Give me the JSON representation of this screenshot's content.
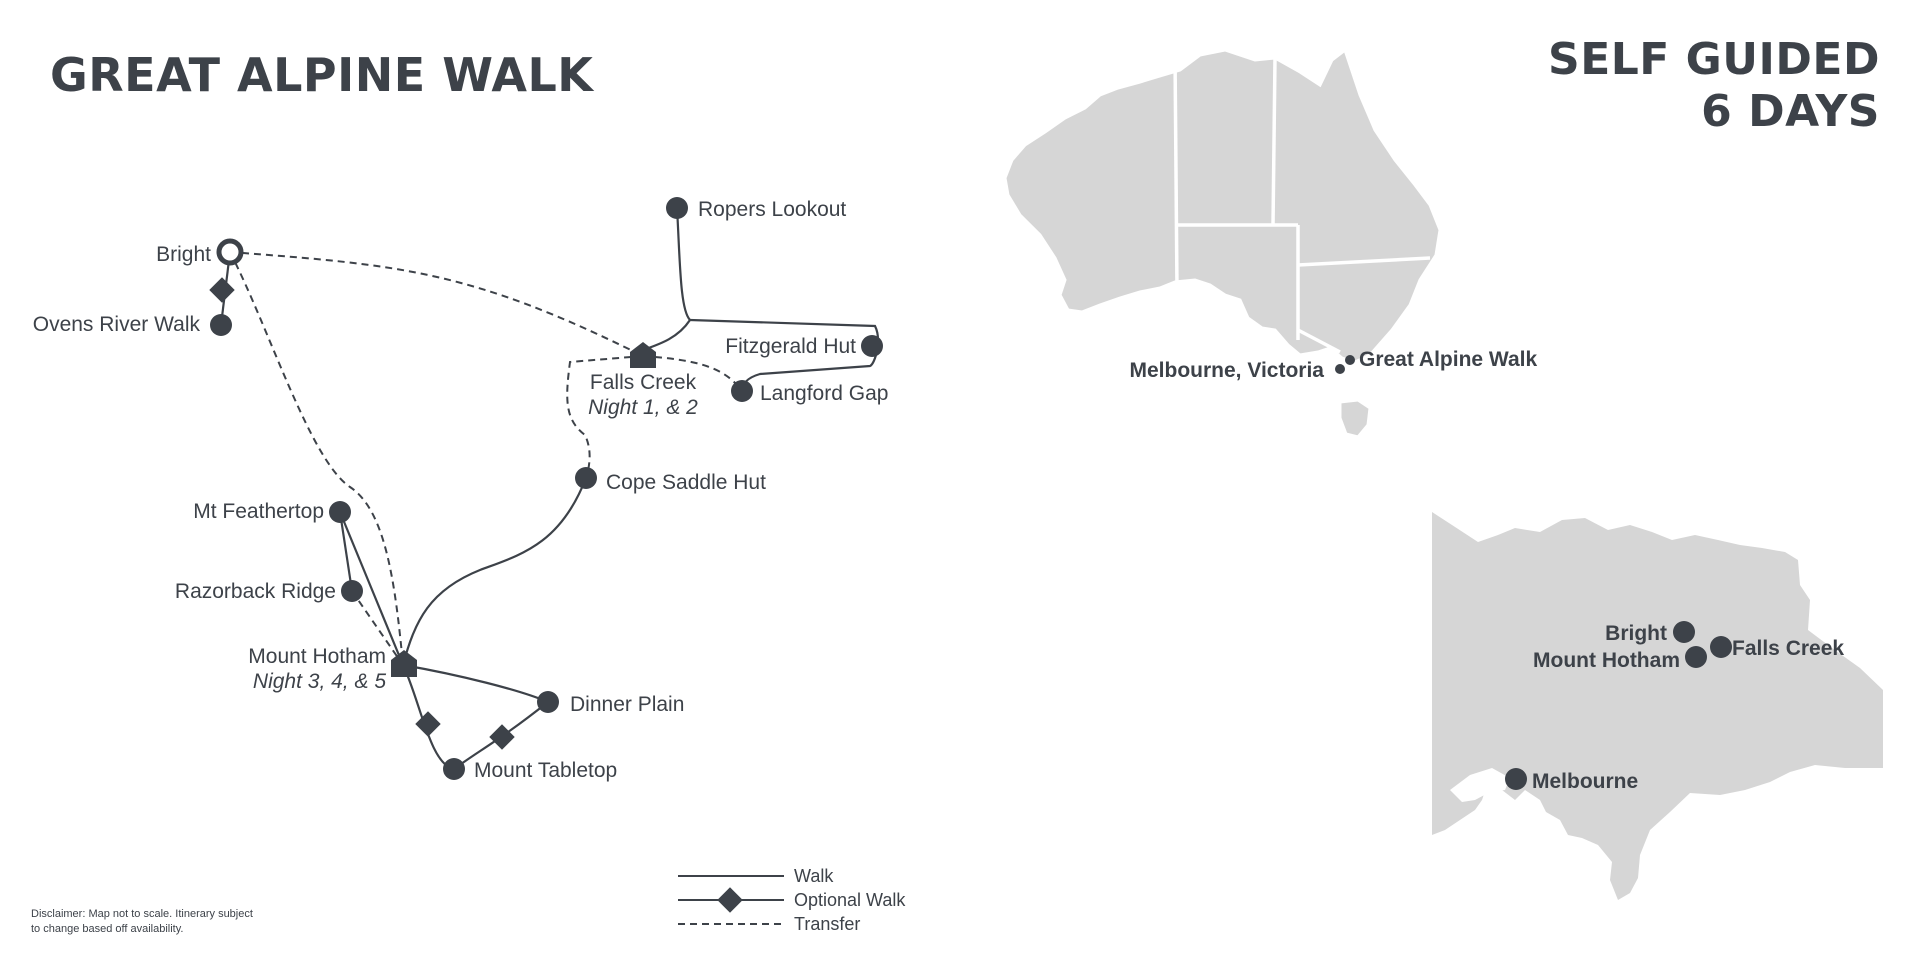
{
  "title": "GREAT ALPINE WALK",
  "badge": {
    "line1": "SELF GUIDED",
    "line2": "6 DAYS"
  },
  "route_map": {
    "places": {
      "bright": "Bright",
      "ovens_river_walk": "Ovens River Walk",
      "ropers_lookout": "Ropers Lookout",
      "fitzgerald_hut": "Fitzgerald Hut",
      "falls_creek": "Falls Creek",
      "falls_creek_night": "Night 1, & 2",
      "langford_gap": "Langford Gap",
      "cope_saddle_hut": "Cope Saddle Hut",
      "mt_feathertop": "Mt Feathertop",
      "razorback_ridge": "Razorback Ridge",
      "mount_hotham": "Mount Hotham",
      "mount_hotham_night": "Night 3, 4, & 5",
      "dinner_plain": "Dinner Plain",
      "mount_tabletop": "Mount Tabletop"
    }
  },
  "legend": {
    "walk": "Walk",
    "optional_walk": "Optional Walk",
    "transfer": "Transfer"
  },
  "australia_inset": {
    "melbourne_label": "Melbourne, Victoria",
    "walk_label": "Great Alpine Walk"
  },
  "victoria_inset": {
    "bright": "Bright",
    "mount_hotham": "Mount Hotham",
    "falls_creek": "Falls Creek",
    "melbourne": "Melbourne"
  },
  "disclaimer": {
    "line1": "Disclaimer: Map not to scale. Itinerary subject",
    "line2": "to change based off availability."
  },
  "colors": {
    "ink": "#3d4249",
    "land": "#d6d6d6",
    "background": "#ffffff"
  }
}
